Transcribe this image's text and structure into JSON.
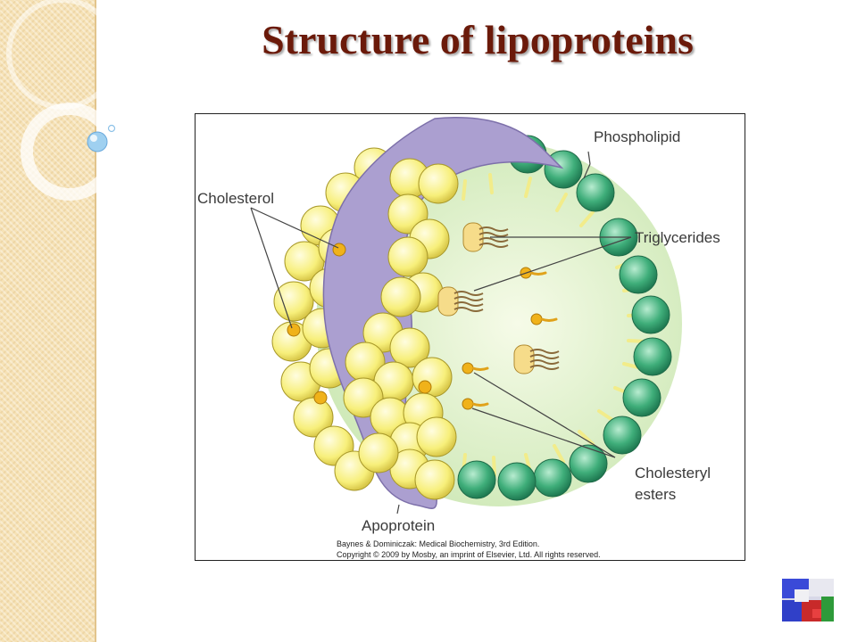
{
  "slide": {
    "title": "Structure of lipoproteins"
  },
  "figure": {
    "labels": {
      "phospholipid": "Phospholipid",
      "cholesterol": "Cholesterol",
      "triglycerides": "Triglycerides",
      "cholesteryl_line1": "Cholesteryl",
      "cholesteryl_line2": "esters",
      "apoprotein": "Apoprotein"
    },
    "credit_line1": "Baynes & Dominiczak: Medical Biochemistry, 3rd Edition.",
    "credit_line2": "Copyright © 2009 by Mosby, an imprint of Elsevier, Ltd. All rights reserved."
  },
  "colors": {
    "title": "#6b1a0a",
    "phospholipid_head": "#3fae7a",
    "cholesterol_sphere": "#f7ef7a",
    "apoprotein": "#ab9fd0",
    "core": "#dff0c8",
    "ester": "#f0b21a"
  },
  "icons": [
    "bubble-ring-decoration",
    "protein-molecule-icon"
  ]
}
